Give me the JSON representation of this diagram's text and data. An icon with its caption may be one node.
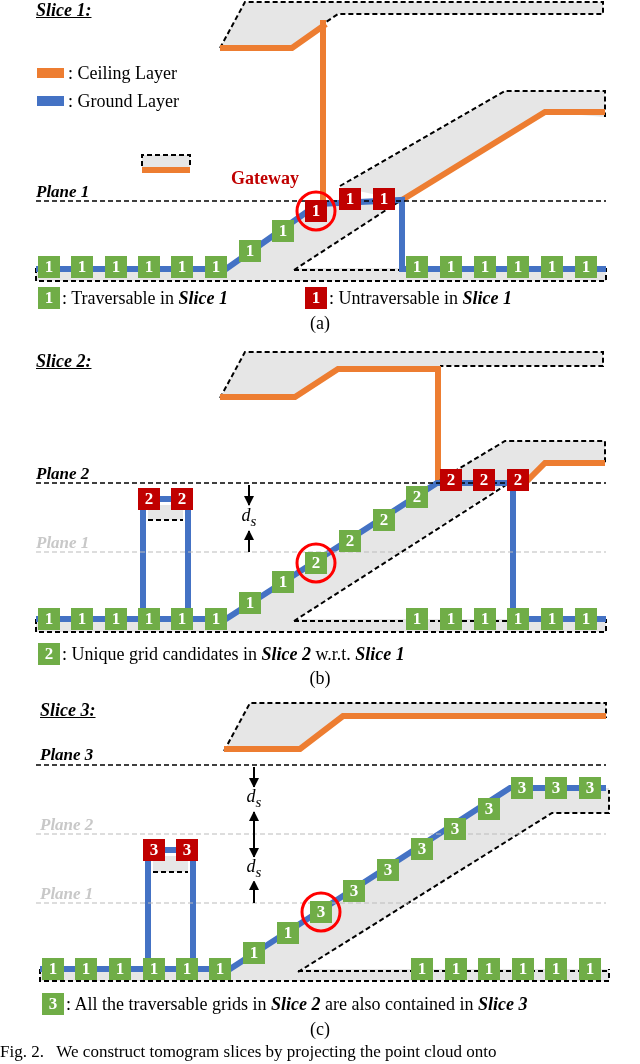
{
  "diagram": {
    "caption": "Fig. 2.   We construct tomogram slices by projecting the point cloud onto",
    "nodes": [
      {
        "text": [
          "1"
        ]
      },
      {
        "text": [
          "1"
        ]
      },
      {
        "text": [
          "1"
        ]
      },
      {
        "text": [
          "1"
        ]
      },
      {
        "text": [
          "1"
        ]
      },
      {
        "text": [
          "1"
        ]
      },
      {
        "text": [
          "1"
        ]
      },
      {
        "text": [
          "1"
        ]
      },
      {
        "text": [
          "1"
        ]
      },
      {
        "text": [
          "1"
        ]
      },
      {
        "text": [
          "1"
        ]
      },
      {
        "text": [
          "1"
        ]
      },
      {
        "text": [
          "1"
        ]
      },
      {
        "text": [
          "1"
        ]
      },
      {
        "text": [
          "1"
        ]
      },
      {
        "text": [
          "1"
        ]
      },
      {
        "text": [
          "1"
        ]
      },
      {
        "text": [
          "1"
        ]
      },
      {
        "text": [
          "1"
        ]
      },
      {
        "text": [
          "1"
        ]
      },
      {
        "text": [
          "1"
        ]
      },
      {
        "text": [
          "1"
        ]
      },
      {
        "text": [
          "1"
        ]
      },
      {
        "text": [
          "2"
        ]
      },
      {
        "text": [
          "2"
        ]
      },
      {
        "text": [
          "1"
        ]
      },
      {
        "text": [
          "1"
        ]
      },
      {
        "text": [
          "2"
        ]
      },
      {
        "text": [
          "2"
        ]
      },
      {
        "text": [
          "2"
        ]
      },
      {
        "text": [
          "2"
        ]
      },
      {
        "text": [
          "2"
        ]
      },
      {
        "text": [
          "2"
        ]
      },
      {
        "text": [
          "2"
        ]
      },
      {
        "text": [
          "1"
        ]
      },
      {
        "text": [
          "1"
        ]
      },
      {
        "text": [
          "1"
        ]
      },
      {
        "text": [
          "1"
        ]
      },
      {
        "text": [
          "1"
        ]
      },
      {
        "text": [
          "1"
        ]
      },
      {
        "text": [
          "1"
        ]
      },
      {
        "text": [
          "1"
        ]
      },
      {
        "text": [
          "1"
        ]
      },
      {
        "text": [
          "1"
        ]
      },
      {
        "text": [
          "1"
        ]
      },
      {
        "text": [
          "1"
        ]
      },
      {
        "text": [
          "3"
        ]
      },
      {
        "text": [
          "3"
        ]
      },
      {
        "text": [
          "1"
        ]
      },
      {
        "text": [
          "1"
        ]
      },
      {
        "text": [
          "3"
        ]
      },
      {
        "text": [
          "3"
        ]
      },
      {
        "text": [
          "3"
        ]
      },
      {
        "text": [
          "3"
        ]
      },
      {
        "text": [
          "3"
        ]
      },
      {
        "text": [
          "3"
        ]
      },
      {
        "text": [
          "3"
        ]
      },
      {
        "text": [
          "3"
        ]
      },
      {
        "text": [
          "3"
        ]
      },
      {
        "text": [
          "1"
        ]
      },
      {
        "text": [
          "1"
        ]
      },
      {
        "text": [
          "1"
        ]
      },
      {
        "text": [
          "1"
        ]
      },
      {
        "text": [
          "1"
        ]
      },
      {
        "text": [
          "1"
        ]
      }
    ],
    "labels": [
      "Slice 1:",
      "Gateway",
      "Plane 1",
      "1",
      "1",
      "(a)",
      "Slice 2:",
      "Plane 2",
      "d$_{s}$",
      "Plane 1",
      "2",
      "(b)",
      "Slice 3:",
      "Plane 3",
      "d$_{s}$",
      "Plane 2",
      "d$_{s}$",
      "Plane 1",
      "3",
      "(c)"
    ],
    "legend": [
      {
        "text": ": Ceiling Layer",
        "color": "#ed7d31"
      },
      {
        "text": ": Ground Layer",
        "color": "#4472c4"
      },
      {
        "text": ": Traversable in **Slice 1**",
        "color": "#70ad47"
      },
      {
        "text": ": Untraversable in **Slice 1**",
        "color": "#c00000"
      },
      {
        "text": ": Unique grid candidates in **Slice 2** w.r.t. **Slice 1**",
        "color": "#70ad47"
      },
      {
        "text": ": All the traversable grids in **Slice 2** are also contained in **Slice 3**",
        "color": "#70ad47"
      }
    ]
  }
}
